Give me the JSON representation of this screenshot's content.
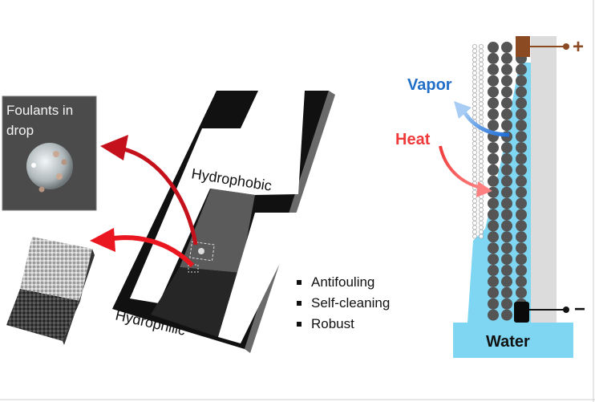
{
  "photo": {
    "line1": "Foulants in",
    "line2": "drop"
  },
  "membrane": {
    "top_label": "Hydrophobic",
    "bottom_label": "Hydrophilic"
  },
  "features": [
    "Antifouling",
    "Self-cleaning",
    "Robust"
  ],
  "device": {
    "vapor_label": "Vapor",
    "heat_label": "Heat",
    "water_label": "Water",
    "positive_terminal": "+",
    "negative_terminal": "−"
  },
  "colors": {
    "vapor": "#1f6fc9",
    "heat": "#f03a3a",
    "water": "#7fd6f2",
    "anode": "#8b4a22",
    "arrow": "#d8101c"
  }
}
